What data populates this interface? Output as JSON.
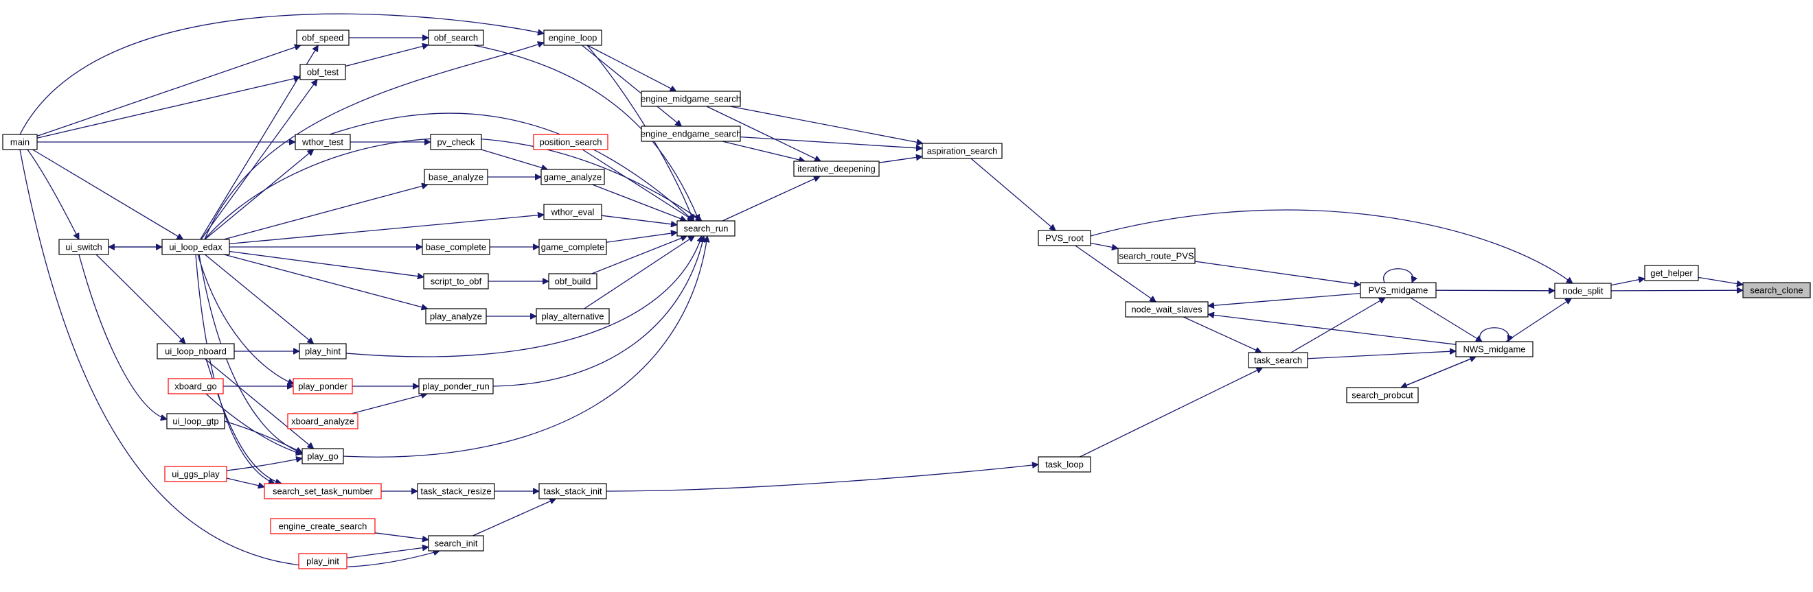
{
  "colors": {
    "edge": "#191970",
    "node_border": "#000000",
    "truncated_border": "#ff0000",
    "focus_fill": "#bfbfbf",
    "background": "#ffffff"
  },
  "graph": {
    "type": "caller-graph",
    "focus_node": "search_clone",
    "nodes": [
      {
        "id": "search_clone",
        "label": "search_clone",
        "style": "focus"
      },
      {
        "id": "get_helper",
        "label": "get_helper",
        "style": "normal"
      },
      {
        "id": "node_split",
        "label": "node_split",
        "style": "normal"
      },
      {
        "id": "PVS_midgame",
        "label": "PVS_midgame",
        "style": "normal"
      },
      {
        "id": "NWS_midgame",
        "label": "NWS_midgame",
        "style": "normal"
      },
      {
        "id": "search_probcut",
        "label": "search_probcut",
        "style": "normal"
      },
      {
        "id": "task_search",
        "label": "task_search",
        "style": "normal"
      },
      {
        "id": "node_wait_slaves",
        "label": "node_wait_slaves",
        "style": "normal"
      },
      {
        "id": "search_route_PVS",
        "label": "search_route_PVS",
        "style": "normal"
      },
      {
        "id": "PVS_root",
        "label": "PVS_root",
        "style": "normal"
      },
      {
        "id": "task_loop",
        "label": "task_loop",
        "style": "normal"
      },
      {
        "id": "aspiration_search",
        "label": "aspiration_search",
        "style": "normal"
      },
      {
        "id": "iterative_deepening",
        "label": "iterative_deepening",
        "style": "normal"
      },
      {
        "id": "engine_midgame_search",
        "label": "engine_midgame_search",
        "style": "normal"
      },
      {
        "id": "engine_endgame_search",
        "label": "engine_endgame_search",
        "style": "normal"
      },
      {
        "id": "engine_loop",
        "label": "engine_loop",
        "style": "normal"
      },
      {
        "id": "search_run",
        "label": "search_run",
        "style": "normal"
      },
      {
        "id": "obf_search",
        "label": "obf_search",
        "style": "normal"
      },
      {
        "id": "obf_speed",
        "label": "obf_speed",
        "style": "normal"
      },
      {
        "id": "obf_test",
        "label": "obf_test",
        "style": "normal"
      },
      {
        "id": "wthor_test",
        "label": "wthor_test",
        "style": "normal"
      },
      {
        "id": "pv_check",
        "label": "pv_check",
        "style": "normal"
      },
      {
        "id": "position_search",
        "label": "position_search",
        "style": "truncated"
      },
      {
        "id": "base_analyze",
        "label": "base_analyze",
        "style": "normal"
      },
      {
        "id": "game_analyze",
        "label": "game_analyze",
        "style": "normal"
      },
      {
        "id": "wthor_eval",
        "label": "wthor_eval",
        "style": "normal"
      },
      {
        "id": "base_complete",
        "label": "base_complete",
        "style": "normal"
      },
      {
        "id": "game_complete",
        "label": "game_complete",
        "style": "normal"
      },
      {
        "id": "script_to_obf",
        "label": "script_to_obf",
        "style": "normal"
      },
      {
        "id": "obf_build",
        "label": "obf_build",
        "style": "normal"
      },
      {
        "id": "play_analyze",
        "label": "play_analyze",
        "style": "normal"
      },
      {
        "id": "play_alternative",
        "label": "play_alternative",
        "style": "normal"
      },
      {
        "id": "play_hint",
        "label": "play_hint",
        "style": "normal"
      },
      {
        "id": "play_ponder",
        "label": "play_ponder",
        "style": "truncated"
      },
      {
        "id": "play_ponder_run",
        "label": "play_ponder_run",
        "style": "normal"
      },
      {
        "id": "xboard_analyze",
        "label": "xboard_analyze",
        "style": "truncated"
      },
      {
        "id": "play_go",
        "label": "play_go",
        "style": "normal"
      },
      {
        "id": "search_set_task_number",
        "label": "search_set_task_number",
        "style": "truncated"
      },
      {
        "id": "task_stack_resize",
        "label": "task_stack_resize",
        "style": "normal"
      },
      {
        "id": "task_stack_init",
        "label": "task_stack_init",
        "style": "normal"
      },
      {
        "id": "engine_create_search",
        "label": "engine_create_search",
        "style": "truncated"
      },
      {
        "id": "search_init",
        "label": "search_init",
        "style": "normal"
      },
      {
        "id": "play_init",
        "label": "play_init",
        "style": "truncated"
      },
      {
        "id": "main",
        "label": "main",
        "style": "normal"
      },
      {
        "id": "ui_switch",
        "label": "ui_switch",
        "style": "normal"
      },
      {
        "id": "ui_loop_edax",
        "label": "ui_loop_edax",
        "style": "normal"
      },
      {
        "id": "ui_loop_nboard",
        "label": "ui_loop_nboard",
        "style": "normal"
      },
      {
        "id": "xboard_go",
        "label": "xboard_go",
        "style": "truncated"
      },
      {
        "id": "ui_loop_gtp",
        "label": "ui_loop_gtp",
        "style": "normal"
      },
      {
        "id": "ui_ggs_play",
        "label": "ui_ggs_play",
        "style": "truncated"
      }
    ],
    "edges": [
      {
        "from": "get_helper",
        "to": "search_clone"
      },
      {
        "from": "node_split",
        "to": "search_clone"
      },
      {
        "from": "node_split",
        "to": "get_helper"
      },
      {
        "from": "PVS_midgame",
        "to": "node_split"
      },
      {
        "from": "NWS_midgame",
        "to": "node_split"
      },
      {
        "from": "PVS_root",
        "to": "node_split"
      },
      {
        "from": "PVS_midgame",
        "to": "PVS_midgame"
      },
      {
        "from": "NWS_midgame",
        "to": "NWS_midgame"
      },
      {
        "from": "PVS_midgame",
        "to": "NWS_midgame"
      },
      {
        "from": "search_probcut",
        "to": "NWS_midgame"
      },
      {
        "from": "NWS_midgame",
        "to": "search_probcut"
      },
      {
        "from": "task_search",
        "to": "NWS_midgame"
      },
      {
        "from": "task_search",
        "to": "PVS_midgame"
      },
      {
        "from": "search_route_PVS",
        "to": "PVS_midgame"
      },
      {
        "from": "PVS_midgame",
        "to": "node_wait_slaves"
      },
      {
        "from": "NWS_midgame",
        "to": "node_wait_slaves"
      },
      {
        "from": "PVS_root",
        "to": "node_wait_slaves"
      },
      {
        "from": "node_wait_slaves",
        "to": "task_search"
      },
      {
        "from": "task_loop",
        "to": "task_search"
      },
      {
        "from": "PVS_root",
        "to": "search_route_PVS"
      },
      {
        "from": "aspiration_search",
        "to": "PVS_root"
      },
      {
        "from": "engine_midgame_search",
        "to": "aspiration_search"
      },
      {
        "from": "engine_endgame_search",
        "to": "aspiration_search"
      },
      {
        "from": "iterative_deepening",
        "to": "aspiration_search"
      },
      {
        "from": "engine_midgame_search",
        "to": "iterative_deepening"
      },
      {
        "from": "engine_endgame_search",
        "to": "iterative_deepening"
      },
      {
        "from": "search_run",
        "to": "iterative_deepening"
      },
      {
        "from": "engine_loop",
        "to": "engine_midgame_search"
      },
      {
        "from": "engine_loop",
        "to": "engine_endgame_search"
      },
      {
        "from": "engine_loop",
        "to": "search_run"
      },
      {
        "from": "main",
        "to": "engine_loop"
      },
      {
        "from": "ui_loop_edax",
        "to": "engine_loop"
      },
      {
        "from": "obf_search",
        "to": "search_run"
      },
      {
        "from": "obf_speed",
        "to": "obf_search"
      },
      {
        "from": "obf_test",
        "to": "obf_search"
      },
      {
        "from": "main",
        "to": "obf_speed"
      },
      {
        "from": "main",
        "to": "obf_test"
      },
      {
        "from": "ui_loop_edax",
        "to": "obf_speed"
      },
      {
        "from": "ui_loop_edax",
        "to": "obf_test"
      },
      {
        "from": "main",
        "to": "wthor_test"
      },
      {
        "from": "ui_loop_edax",
        "to": "wthor_test"
      },
      {
        "from": "wthor_test",
        "to": "pv_check"
      },
      {
        "from": "wthor_test",
        "to": "search_run"
      },
      {
        "from": "pv_check",
        "to": "game_analyze"
      },
      {
        "from": "position_search",
        "to": "search_run"
      },
      {
        "from": "base_analyze",
        "to": "game_analyze"
      },
      {
        "from": "game_analyze",
        "to": "search_run"
      },
      {
        "from": "ui_loop_edax",
        "to": "base_analyze"
      },
      {
        "from": "ui_loop_edax",
        "to": "wthor_eval"
      },
      {
        "from": "wthor_eval",
        "to": "search_run"
      },
      {
        "from": "ui_loop_edax",
        "to": "base_complete"
      },
      {
        "from": "base_complete",
        "to": "game_complete"
      },
      {
        "from": "game_complete",
        "to": "search_run"
      },
      {
        "from": "ui_loop_edax",
        "to": "script_to_obf"
      },
      {
        "from": "script_to_obf",
        "to": "obf_build"
      },
      {
        "from": "obf_build",
        "to": "search_run"
      },
      {
        "from": "ui_loop_edax",
        "to": "play_analyze"
      },
      {
        "from": "play_analyze",
        "to": "play_alternative"
      },
      {
        "from": "play_alternative",
        "to": "search_run"
      },
      {
        "from": "ui_loop_edax",
        "to": "search_run"
      },
      {
        "from": "ui_loop_edax",
        "to": "play_hint"
      },
      {
        "from": "ui_loop_nboard",
        "to": "play_hint"
      },
      {
        "from": "play_hint",
        "to": "search_run"
      },
      {
        "from": "ui_loop_edax",
        "to": "play_ponder"
      },
      {
        "from": "xboard_go",
        "to": "play_ponder"
      },
      {
        "from": "play_ponder",
        "to": "play_ponder_run"
      },
      {
        "from": "xboard_analyze",
        "to": "play_ponder_run"
      },
      {
        "from": "play_ponder_run",
        "to": "search_run"
      },
      {
        "from": "ui_loop_edax",
        "to": "play_go"
      },
      {
        "from": "ui_loop_nboard",
        "to": "play_go"
      },
      {
        "from": "xboard_go",
        "to": "play_go"
      },
      {
        "from": "ui_loop_gtp",
        "to": "play_go"
      },
      {
        "from": "ui_ggs_play",
        "to": "play_go"
      },
      {
        "from": "play_go",
        "to": "search_run"
      },
      {
        "from": "ui_loop_edax",
        "to": "search_set_task_number"
      },
      {
        "from": "ui_loop_nboard",
        "to": "search_set_task_number"
      },
      {
        "from": "ui_ggs_play",
        "to": "search_set_task_number"
      },
      {
        "from": "search_set_task_number",
        "to": "task_stack_resize"
      },
      {
        "from": "task_stack_resize",
        "to": "task_stack_init"
      },
      {
        "from": "search_init",
        "to": "task_stack_init"
      },
      {
        "from": "task_stack_init",
        "to": "task_loop"
      },
      {
        "from": "engine_create_search",
        "to": "search_init"
      },
      {
        "from": "play_init",
        "to": "search_init"
      },
      {
        "from": "main",
        "to": "search_init"
      },
      {
        "from": "main",
        "to": "ui_switch"
      },
      {
        "from": "main",
        "to": "ui_loop_edax"
      },
      {
        "from": "ui_switch",
        "to": "ui_loop_edax"
      },
      {
        "from": "ui_loop_edax",
        "to": "ui_switch"
      },
      {
        "from": "ui_switch",
        "to": "ui_loop_nboard"
      },
      {
        "from": "ui_switch",
        "to": "ui_loop_gtp"
      }
    ]
  }
}
